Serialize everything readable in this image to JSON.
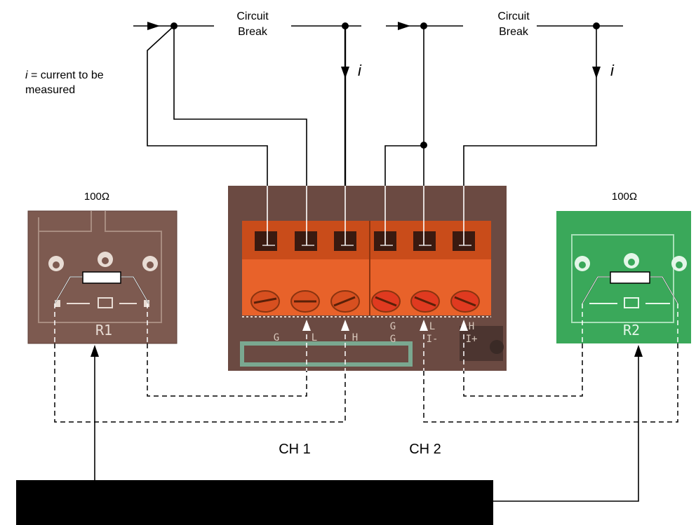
{
  "labels": {
    "circuit_break_left": [
      "Circuit",
      "Break"
    ],
    "circuit_break_right": [
      "Circuit",
      "Break"
    ],
    "current_symbol": "i",
    "current_note_symbol": "i",
    "current_note_line1": " = current to be",
    "current_note_line2": "measured",
    "r1_value": "100Ω",
    "r2_value": "100Ω",
    "ch1": "CH 1",
    "ch2": "CH 2"
  },
  "silkscreen": {
    "r1": "R1",
    "r2": "R2",
    "terminals": [
      "G",
      "L",
      "H",
      "G",
      "L",
      "H"
    ],
    "terminal_sub": [
      "",
      "",
      "",
      "G",
      "I-",
      "I+"
    ]
  },
  "colors": {
    "terminal_block": "#e8622a",
    "terminal_block_dark": "#c94c1a",
    "board_left": "#7d5a50",
    "board_center": "#6b4a42",
    "board_right": "#3aa85a",
    "bottom_bar": "#000000"
  }
}
